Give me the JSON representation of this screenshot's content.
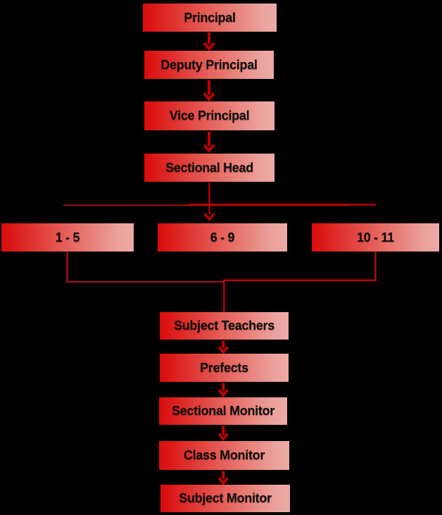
{
  "diagram": {
    "background": "#000000",
    "colors": {
      "box_gradient_start": "#d90c0c",
      "box_gradient_end": "#ecaaa6",
      "text": "#0d0d0d",
      "arrow": "#c00000",
      "line_bright": "#c80000",
      "line_mid": "#b40b0b",
      "line_dark": "#a01212"
    },
    "nodes": {
      "principal": "Principal",
      "deputy_principal": "Deputy Principal",
      "vice_principal": "Vice Principal",
      "sectional_head": "Sectional Head",
      "grades_1_5": "1 - 5",
      "grades_6_9": "6 - 9",
      "grades_10_11": "10 - 11",
      "subject_teachers": "Subject Teachers",
      "prefects": "Prefects",
      "sectional_monitor": "Sectional Monitor",
      "class_monitor": "Class Monitor",
      "subject_monitor": "Subject Monitor"
    }
  }
}
